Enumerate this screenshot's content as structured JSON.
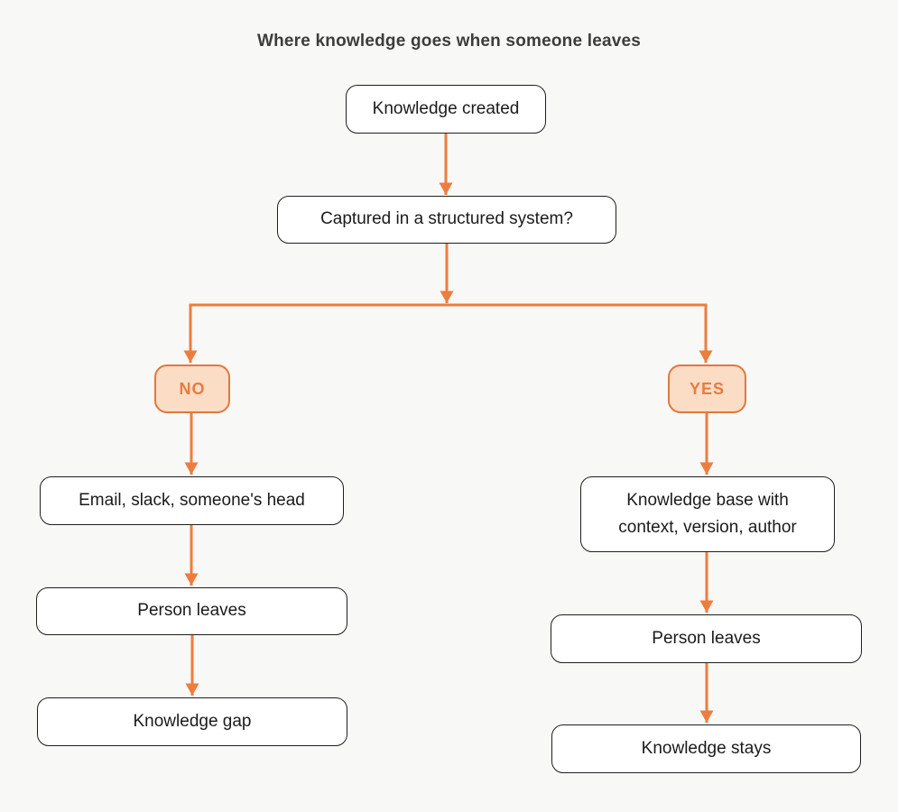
{
  "title": "Where knowledge goes when someone leaves",
  "colors": {
    "accent_line": "#ED7D3E",
    "accent_border": "#E0783F",
    "accent_fill": "#FBDCC5",
    "accent_text": "#E87B41",
    "node_border": "#1F1F1F",
    "node_fill": "#FFFFFF",
    "background": "#F8F8F6",
    "title": "#3D3D3D",
    "text": "#1B1B1B"
  },
  "nodes": {
    "knowledge_created": {
      "label": "Knowledge created"
    },
    "captured_question": {
      "label": "Captured in a structured system?"
    },
    "no_branch": {
      "label": "NO"
    },
    "yes_branch": {
      "label": "YES"
    },
    "email_slack": {
      "label": "Email, slack, someone's head"
    },
    "person_leaves_left": {
      "label": "Person leaves"
    },
    "knowledge_gap": {
      "label": "Knowledge gap"
    },
    "knowledge_base": {
      "label": "Knowledge base with context, version, author"
    },
    "person_leaves_right": {
      "label": "Person leaves"
    },
    "knowledge_stays": {
      "label": "Knowledge stays"
    }
  }
}
